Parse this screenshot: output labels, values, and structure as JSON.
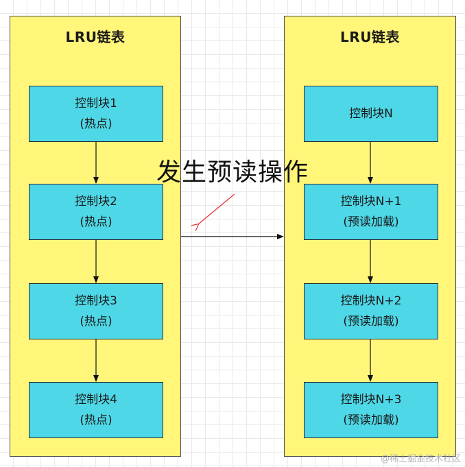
{
  "diagram": {
    "left_list": {
      "title": "LRU链表",
      "blocks": [
        {
          "name": "控制块1",
          "tag": "(热点)"
        },
        {
          "name": "控制块2",
          "tag": "(热点)"
        },
        {
          "name": "控制块3",
          "tag": "(热点)"
        },
        {
          "name": "控制块4",
          "tag": "(热点)"
        }
      ]
    },
    "right_list": {
      "title": "LRU链表",
      "blocks": [
        {
          "name": "控制块N",
          "tag": ""
        },
        {
          "name": "控制块N+1",
          "tag": "(预读加载)"
        },
        {
          "name": "控制块N+2",
          "tag": "(预读加载)"
        },
        {
          "name": "控制块N+3",
          "tag": "(预读加载)"
        }
      ]
    },
    "annotation": "发生预读操作",
    "watermark": "@稀土掘金技术社区",
    "colors": {
      "panel_fill": "#fff67a",
      "block_fill": "#4ed7e6",
      "annotation_arrow": "#e03030"
    }
  }
}
